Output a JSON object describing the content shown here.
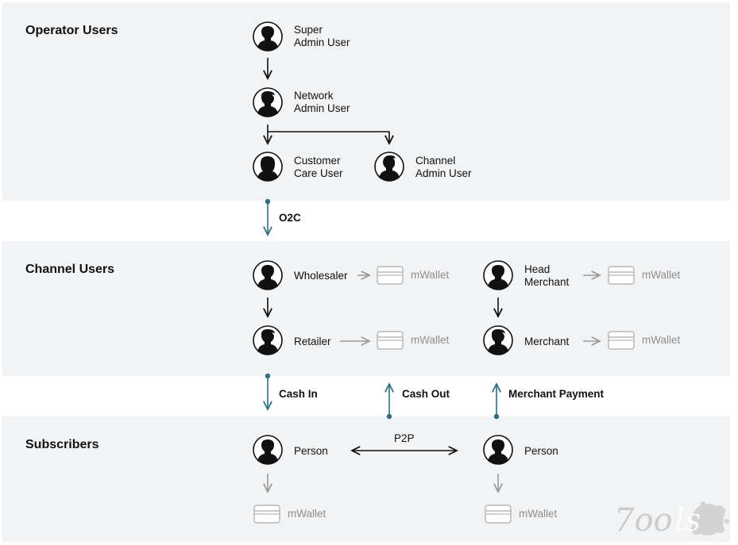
{
  "sections": {
    "operator": {
      "title": "Operator Users"
    },
    "channel": {
      "title": "Channel Users"
    },
    "subscribers": {
      "title": "Subscribers"
    }
  },
  "operator_users": {
    "super_admin": {
      "line1": "Super",
      "line2": "Admin User",
      "icon": "user-avatar-icon"
    },
    "network_admin": {
      "line1": "Network",
      "line2": "Admin User",
      "icon": "user-avatar-icon"
    },
    "customer_care": {
      "line1": "Customer",
      "line2": "Care User",
      "icon": "user-avatar-female-icon"
    },
    "channel_admin": {
      "line1": "Channel",
      "line2": "Admin User",
      "icon": "user-avatar-icon"
    }
  },
  "channel_users": {
    "wholesaler": {
      "label": "Wholesaler",
      "wallet": "mWallet"
    },
    "retailer": {
      "label": "Retailer",
      "wallet": "mWallet"
    },
    "head_merchant": {
      "line1": "Head",
      "line2": "Merchant",
      "wallet": "mWallet"
    },
    "merchant": {
      "label": "Merchant",
      "wallet": "mWallet"
    }
  },
  "subscribers": {
    "person_left": {
      "label": "Person",
      "wallet": "mWallet"
    },
    "person_right": {
      "label": "Person",
      "wallet": "mWallet"
    },
    "p2p": "P2P"
  },
  "flows": {
    "o2c": "O2C",
    "cash_in": "Cash In",
    "cash_out": "Cash Out",
    "merchant_payment": "Merchant Payment"
  },
  "colors": {
    "band": "#f2f3f4",
    "flow_teal": "#2e6e80",
    "wallet_grey": "#b8b8b8",
    "text": "#111111"
  },
  "watermark": {
    "text": "7ools"
  }
}
